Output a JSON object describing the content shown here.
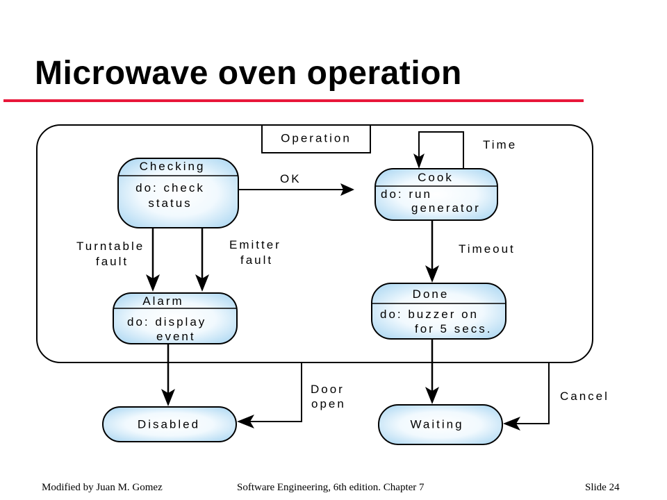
{
  "slide": {
    "title": "Microwave oven operation"
  },
  "diagram": {
    "superstate_label": "Operation",
    "states": {
      "checking": {
        "name": "Checking",
        "activity_line1": "do: check",
        "activity_line2": "status"
      },
      "cook": {
        "name": "Cook",
        "activity_line1": "do: run",
        "activity_line2": "generator"
      },
      "alarm": {
        "name": "Alarm",
        "activity_line1": "do: display",
        "activity_line2": "event"
      },
      "done": {
        "name": "Done",
        "activity_line1": "do: buzzer on",
        "activity_line2": "for 5 secs."
      },
      "disabled": {
        "name": "Disabled"
      },
      "waiting": {
        "name": "Waiting"
      }
    },
    "transitions": {
      "ok": "OK",
      "time": "Time",
      "timeout": "Timeout",
      "turntable_fault_line1": "Turntable",
      "turntable_fault_line2": "fault",
      "emitter_fault_line1": "Emitter",
      "emitter_fault_line2": "fault",
      "door_open_line1": "Door",
      "door_open_line2": "open",
      "cancel": "Cancel"
    },
    "colors": {
      "state_fill_edge": "#b8ddf4",
      "state_fill_center": "#ffffff",
      "accent": "#e8173a"
    }
  },
  "footer": {
    "left": "Modified by Juan M. Gomez",
    "center": "Software Engineering, 6th edition. Chapter 7",
    "right": "Slide  24"
  }
}
